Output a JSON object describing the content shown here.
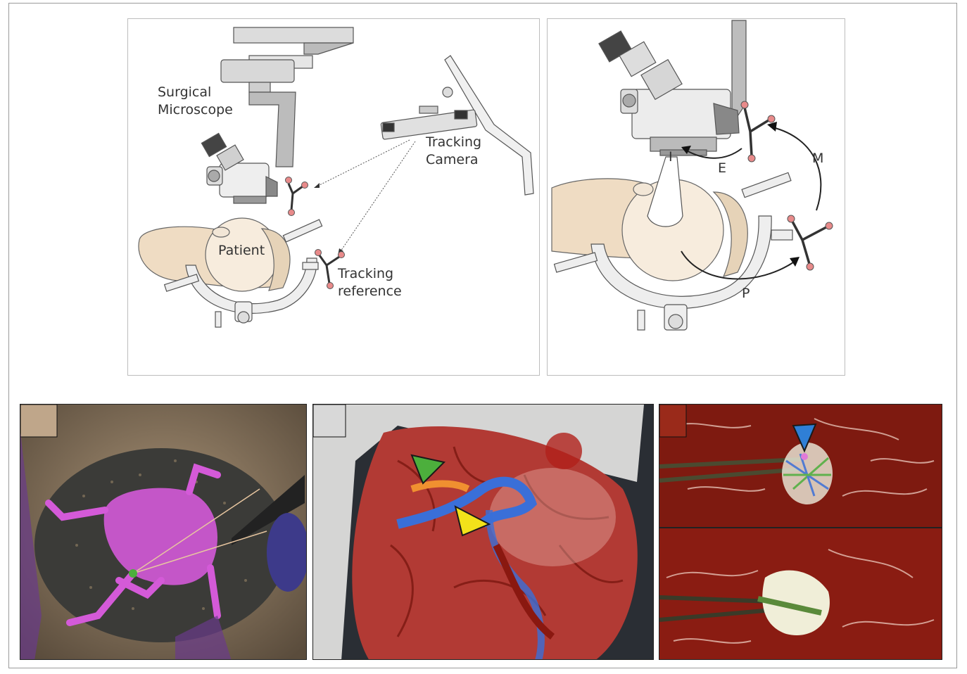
{
  "diagram_left": {
    "microscope_label_1": "Surgical",
    "microscope_label_2": "Microscope",
    "camera_label_1": "Tracking",
    "camera_label_2": "Camera",
    "patient_label": "Patient",
    "reference_label_1": "Tracking",
    "reference_label_2": "reference"
  },
  "diagram_right": {
    "label_i": "I",
    "label_e": "E",
    "label_m": "M",
    "label_p": "P"
  },
  "colors": {
    "frame_border": "#9a9a9a",
    "marker_pink": "#e88a8a",
    "overlay_magenta": "#d45ad8",
    "arrowhead_green": "#4caf3c",
    "arrowhead_yellow": "#f2e21a",
    "arrowhead_blue": "#2f7fd6",
    "vessel_blue": "#3a6fd8",
    "tissue_red": "#8a1810"
  }
}
